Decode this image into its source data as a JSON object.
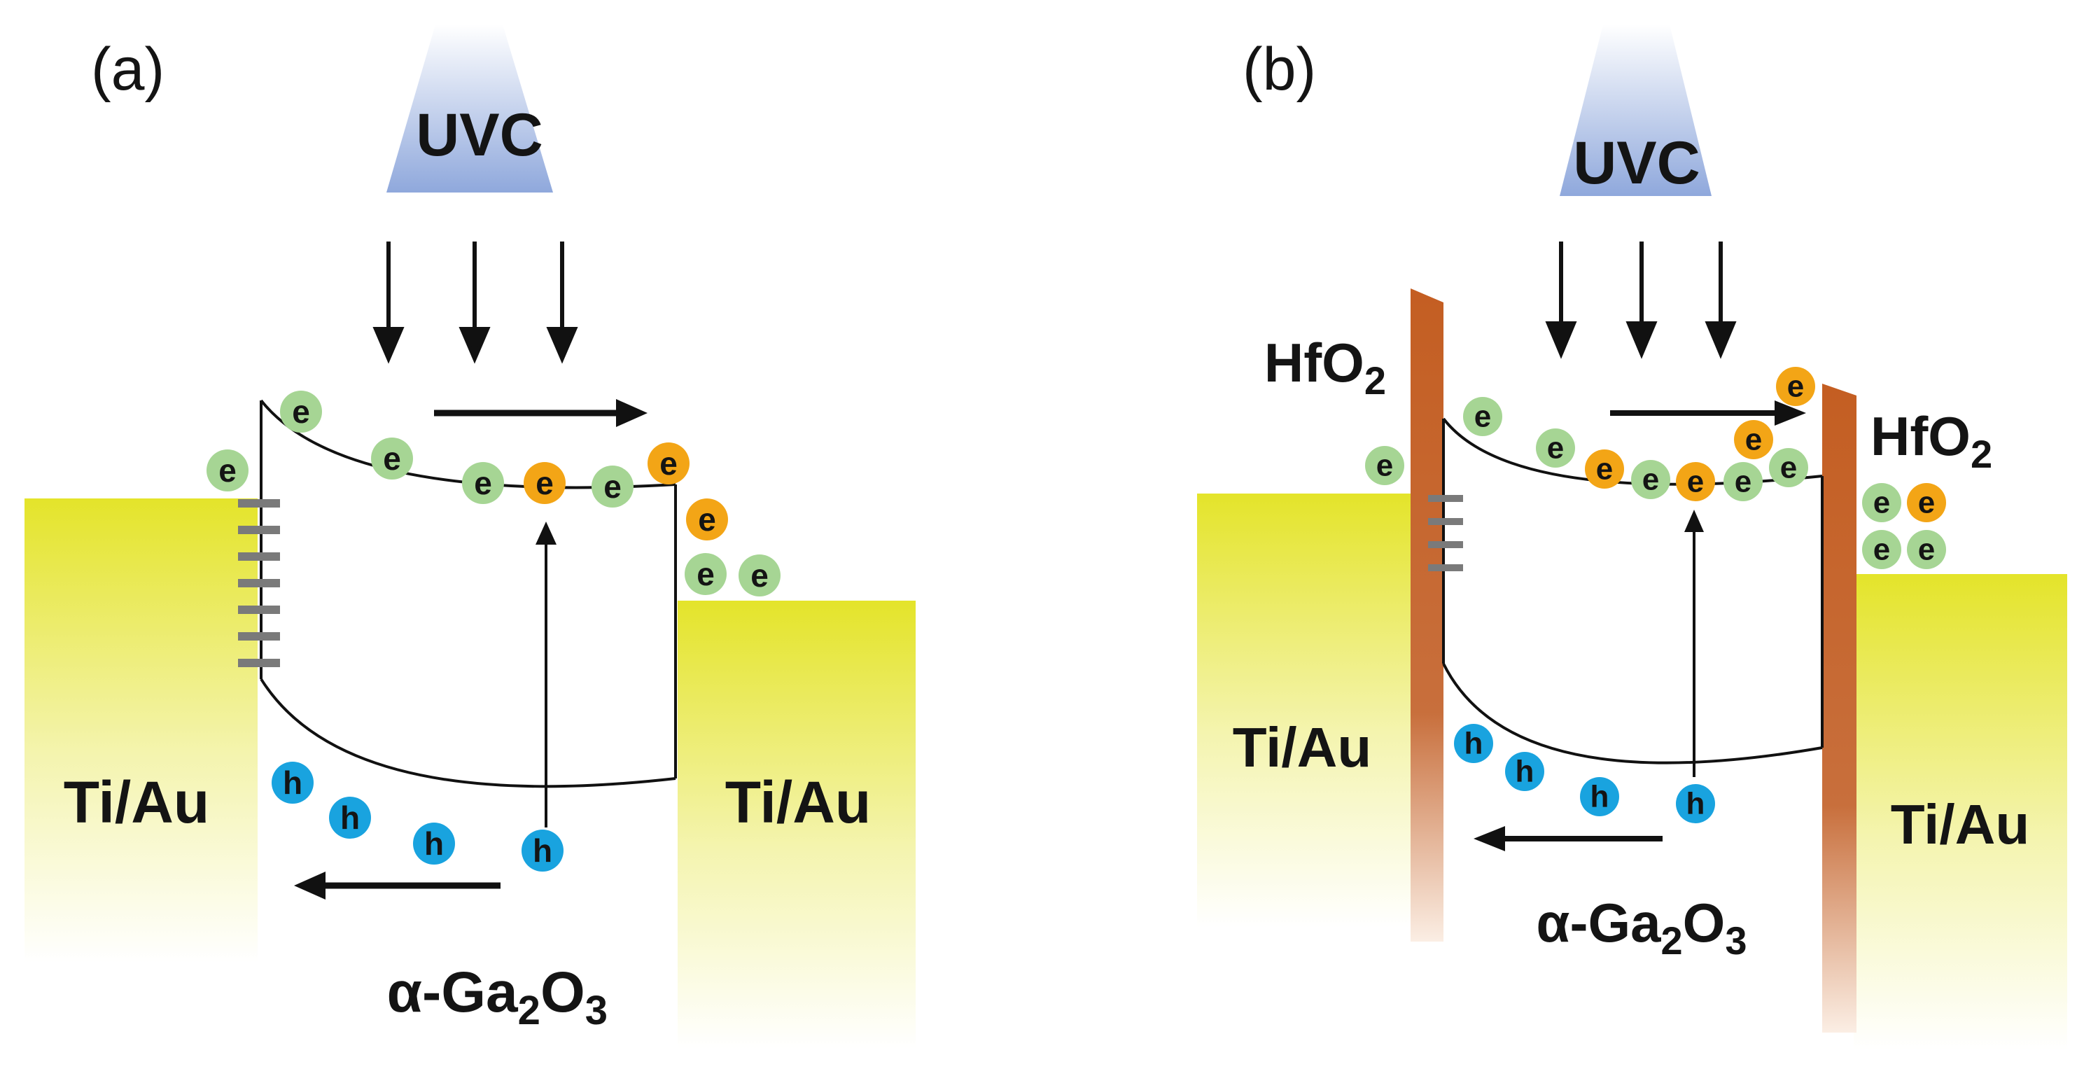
{
  "panels": [
    {
      "label": "(a)",
      "source": "UVC",
      "metal_left": "Ti/Au",
      "metal_right": "Ti/Au",
      "semiconductor": {
        "base": "α-Ga",
        "sub1": "2",
        "mid": "O",
        "sub2": "3"
      }
    },
    {
      "label": "(b)",
      "source": "UVC",
      "metal_left": "Ti/Au",
      "metal_right": "Ti/Au",
      "semiconductor": {
        "base": "α-Ga",
        "sub1": "2",
        "mid": "O",
        "sub2": "3"
      },
      "oxide_left": {
        "base": "HfO",
        "sub": "2"
      },
      "oxide_right": {
        "base": "HfO",
        "sub": "2"
      }
    }
  ],
  "particles": {
    "electron": "e",
    "hole": "h"
  },
  "colors": {
    "metal": "#e4e42a",
    "uv_beam": "#8fa8dc",
    "oxide": "#c45e22",
    "electron_green": "#a6d594",
    "electron_orange": "#f3a516",
    "hole": "#19a3df",
    "trap": "#7a7a7a"
  }
}
